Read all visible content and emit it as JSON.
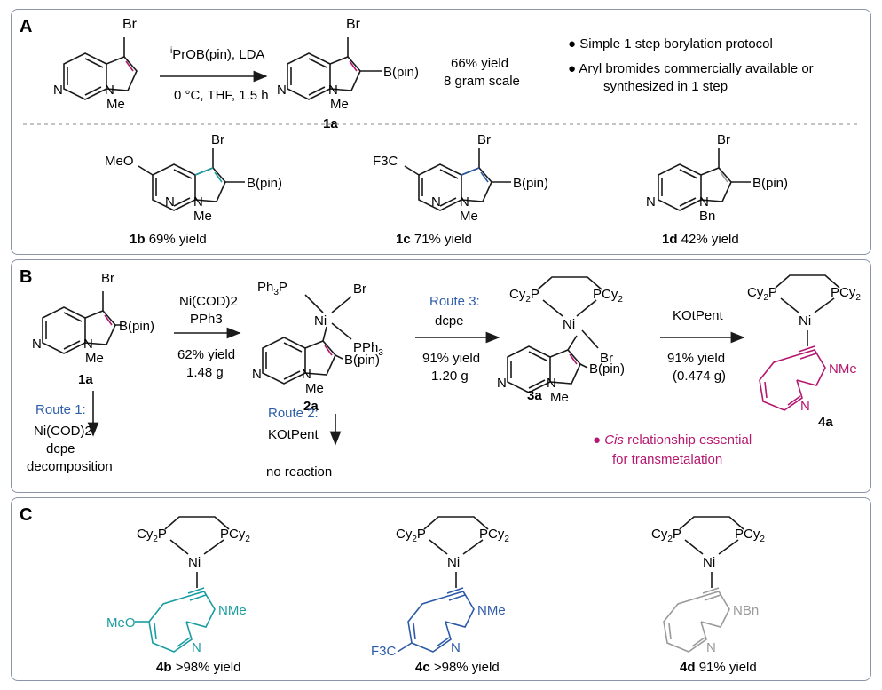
{
  "panels": {
    "a": {
      "letter": "A",
      "reagent_line1_sup": "i",
      "reagent_line1": "PrOB(pin), LDA",
      "reagent_line2": "0 °C, THF, 1.5 h",
      "yield_line1": "66% yield",
      "yield_line2": "8 gram scale",
      "bullet1": "● Simple 1 step borylation protocol",
      "bullet2a": "● Aryl bromides commercially available or",
      "bullet2b": "synthesized in 1 step",
      "labels": {
        "product": "1a"
      },
      "scope": [
        {
          "id": "1b",
          "yield": "69% yield",
          "substituent": "MeO",
          "n_group": "Me"
        },
        {
          "id": "1c",
          "yield": "71% yield",
          "substituent": "F3C",
          "n_group": "Me"
        },
        {
          "id": "1d",
          "yield": "42% yield",
          "substituent": "",
          "n_group": "Bn"
        }
      ]
    },
    "b": {
      "letter": "B",
      "step1_reagent1": "Ni(COD)2",
      "step1_reagent2": "PPh3",
      "step1_yield": "62% yield",
      "step1_scale": "1.48 g",
      "route1_label": "Route 1:",
      "route1_reagent1": "Ni(COD)2",
      "route1_reagent2": "dcpe",
      "route1_result": "decomposition",
      "route2_label": "Route 2:",
      "route2_reagent": "KOtPent",
      "route2_result": "no reaction",
      "route3_label": "Route 3:",
      "route3_reagent": "dcpe",
      "route3_yield": "91% yield",
      "route3_scale": "1.20 g",
      "step4_reagent": "KOtPent",
      "step4_yield": "91% yield",
      "step4_scale": "(0.474 g)",
      "note_italic": "Cis",
      "note_rest": " relationship essential",
      "note_line2": "for transmetalation",
      "compounds": [
        "1a",
        "2a",
        "3a",
        "4a"
      ]
    },
    "c": {
      "letter": "C",
      "products": [
        {
          "id": "4b",
          "yield": ">98% yield",
          "substituent": "MeO",
          "n_group": "NMe"
        },
        {
          "id": "4c",
          "yield": ">98% yield",
          "substituent": "F3C",
          "n_group": "NMe"
        },
        {
          "id": "4d",
          "yield": "91% yield",
          "substituent": "",
          "n_group": "NBn"
        }
      ]
    }
  },
  "colors": {
    "magenta": "#b5176e",
    "teal": "#1a9da0",
    "blue": "#2c5aa8",
    "gray": "#9a9a9a",
    "route_blue": "#2f5fa8",
    "border": "#8a95a8"
  }
}
